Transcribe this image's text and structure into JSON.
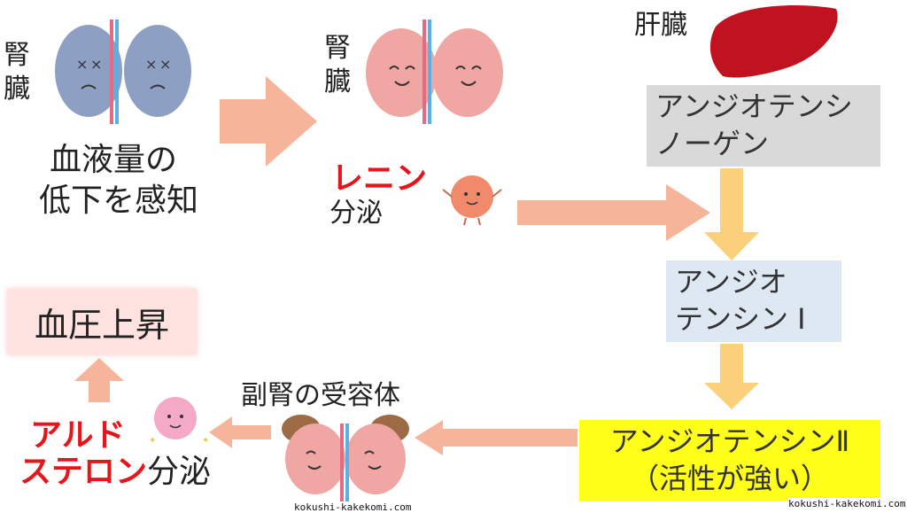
{
  "step1": {
    "organ_label": "腎臓",
    "line1": "血液量の",
    "line2": "低下を感知"
  },
  "step2": {
    "organ_label": "腎臓",
    "renin": "レニン",
    "secretion": "分泌"
  },
  "liver": {
    "label": "肝臓"
  },
  "angiotensinogen": {
    "line1": "アンジオテンシ",
    "line2": "ノーゲン"
  },
  "angiotensin1": {
    "line1": "アンジオ",
    "line2": "テンシン Ⅰ"
  },
  "angiotensin2": {
    "line1": "アンジオテンシンⅡ",
    "line2": "（活性が強い）"
  },
  "adrenal": {
    "label": "副腎の受容体"
  },
  "aldosterone": {
    "line1": "アルド",
    "line2": "ステロン",
    "secretion": "分泌"
  },
  "result": {
    "label": "血圧上昇"
  },
  "watermark": "kokushi-kakekomi.com",
  "colors": {
    "arrow_salmon": "#f6b59b",
    "arrow_yellow": "#fbd07a",
    "gray_box": "#d9d9d9",
    "blue_box": "#dde8f3",
    "yellow_box": "#ffff1a",
    "pink_box": "#fde2e0",
    "red_text": "#e8141b"
  }
}
